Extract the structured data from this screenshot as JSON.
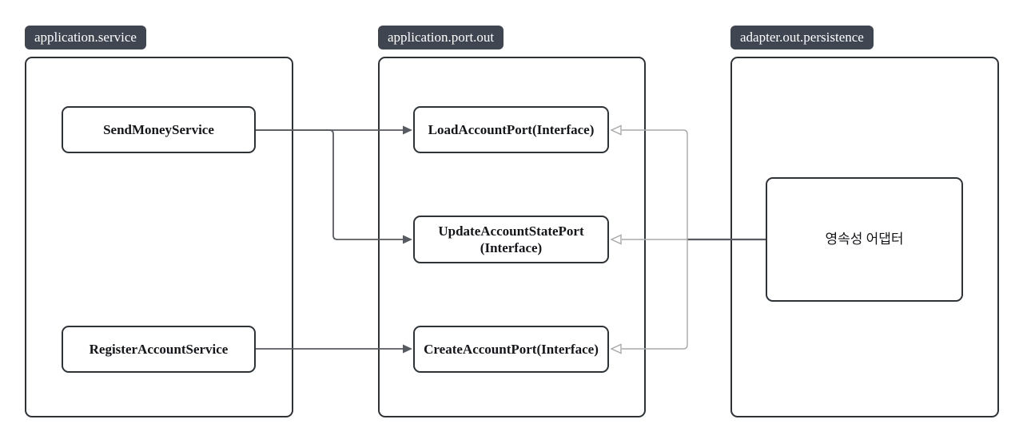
{
  "diagram": {
    "groups": [
      {
        "label": "application.service",
        "nodes": [
          {
            "label": "SendMoneyService"
          },
          {
            "label": "RegisterAccountService"
          }
        ]
      },
      {
        "label": "application.port.out",
        "nodes": [
          {
            "label": "LoadAccountPort(Interface)"
          },
          {
            "label": "UpdateAccountStatePort (Interface)"
          },
          {
            "label": "CreateAccountPort(Interface)"
          }
        ]
      },
      {
        "label": "adapter.out.persistence",
        "nodes": [
          {
            "label": "영속성 어댑터"
          }
        ]
      }
    ],
    "edges": [
      {
        "from": "SendMoneyService",
        "to": "LoadAccountPort(Interface)",
        "arrow": "filled"
      },
      {
        "from": "SendMoneyService",
        "to": "UpdateAccountStatePort (Interface)",
        "arrow": "filled"
      },
      {
        "from": "RegisterAccountService",
        "to": "CreateAccountPort(Interface)",
        "arrow": "filled"
      },
      {
        "from": "영속성 어댑터",
        "to": "LoadAccountPort(Interface)",
        "arrow": "open"
      },
      {
        "from": "영속성 어댑터",
        "to": "UpdateAccountStatePort (Interface)",
        "arrow": "open"
      },
      {
        "from": "영속성 어댑터",
        "to": "CreateAccountPort(Interface)",
        "arrow": "open"
      }
    ]
  },
  "colors": {
    "background": "#ffffff",
    "badge_bg": "#3f4652",
    "badge_text": "#ffffff",
    "border": "#2e3338",
    "edge_dark": "#575c62",
    "edge_light": "#a9a9a9"
  }
}
